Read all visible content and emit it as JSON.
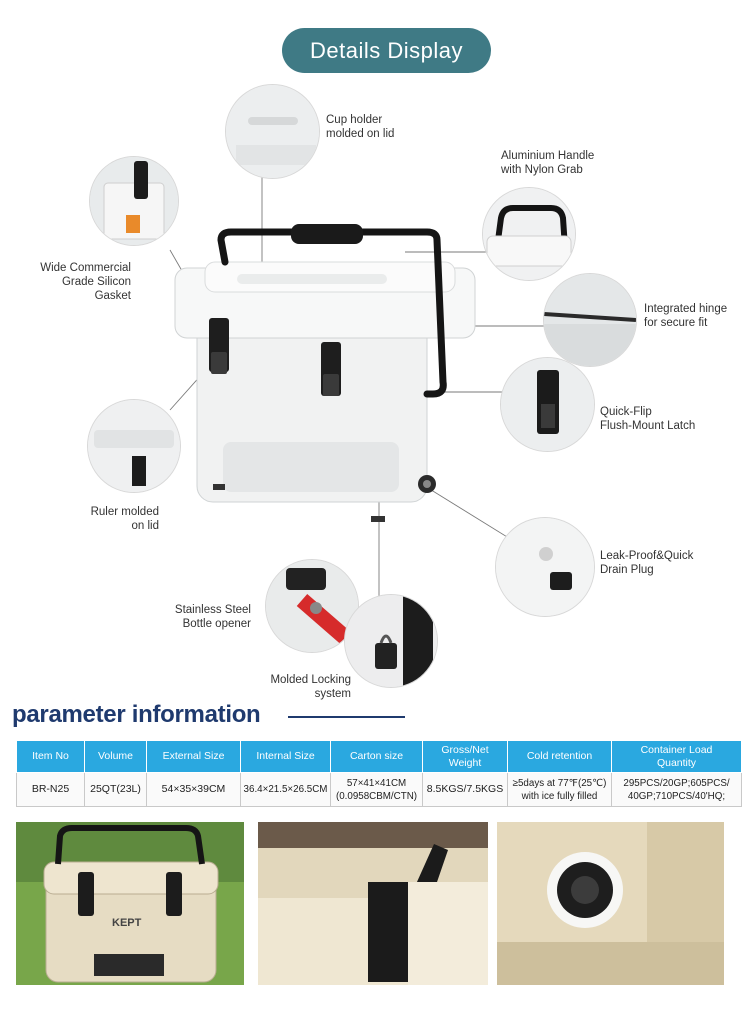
{
  "banner": {
    "title": "Details Display"
  },
  "callouts": {
    "cup_holder": [
      "Cup holder",
      "molded on lid"
    ],
    "handle": [
      "Aluminium Handle",
      "with Nylon Grab"
    ],
    "gasket": [
      "Wide Commercial",
      "Grade Silicon",
      "Gasket"
    ],
    "hinge": [
      "Integrated hinge",
      "for secure fit"
    ],
    "latch": [
      "Quick-Flip",
      "Flush-Mount Latch"
    ],
    "ruler": [
      "Ruler molded",
      "on lid"
    ],
    "drain": [
      "Leak-Proof&Quick",
      "Drain Plug"
    ],
    "opener": [
      "Stainless Steel",
      "Bottle opener"
    ],
    "locking": [
      "Molded Locking",
      "system"
    ]
  },
  "section": {
    "title": "parameter information"
  },
  "table": {
    "headers": [
      [
        "Item No"
      ],
      [
        "Volume"
      ],
      [
        "External Size"
      ],
      [
        "Internal Size"
      ],
      [
        "Carton size"
      ],
      [
        "Gross/Net",
        "Weight"
      ],
      [
        "Cold retention"
      ],
      [
        "Container Load",
        "Quantity"
      ]
    ],
    "row": [
      [
        "BR-N25"
      ],
      [
        "25QT(23L)"
      ],
      [
        "54×35×39CM"
      ],
      [
        "36.4×21.5×26.5CM"
      ],
      [
        "57×41×41CM",
        "(0.0958CBM/CTN)"
      ],
      [
        "8.5KGS/7.5KGS"
      ],
      [
        "≥5days at 77℉(25℃)",
        "with ice fully filled"
      ],
      [
        "295PCS/20GP;605PCS/",
        "40GP;710PCS/40'HQ;"
      ]
    ]
  },
  "photos": {
    "brand": "KEPT"
  }
}
